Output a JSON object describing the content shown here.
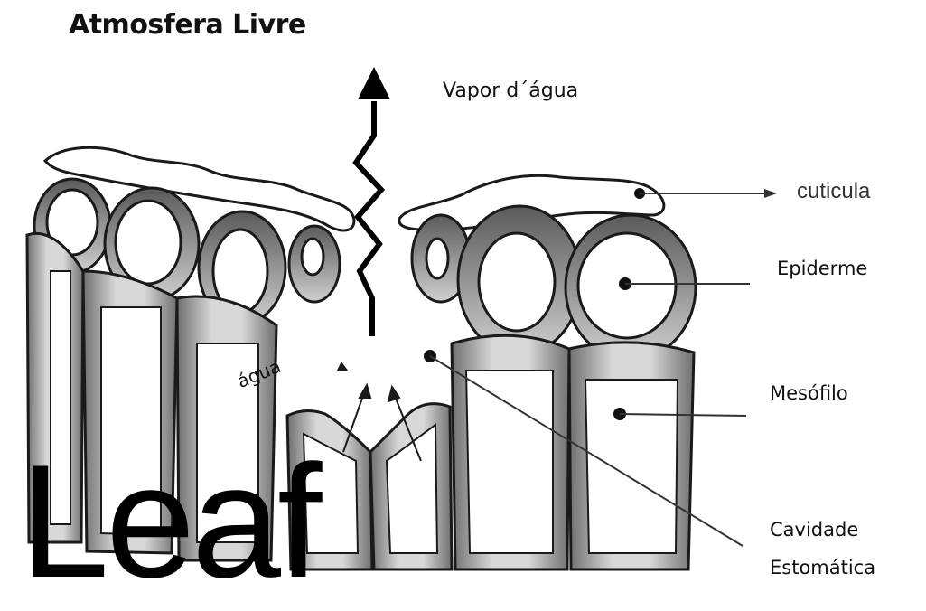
{
  "title": "Atmosfera Livre",
  "labels": {
    "vapor": "Vapor d´água",
    "cuticula": "cuticula",
    "epiderme": "Epiderme",
    "mesofilo": "Mesófilo",
    "cavidade_line1": "Cavidade",
    "cavidade_line2": "Estomática",
    "agua": "água"
  },
  "watermark": "Leaf",
  "colors": {
    "stroke": "#1a1a1a",
    "cell_shade": "#8a8a8a",
    "cell_dark": "#555555",
    "background": "#ffffff"
  }
}
